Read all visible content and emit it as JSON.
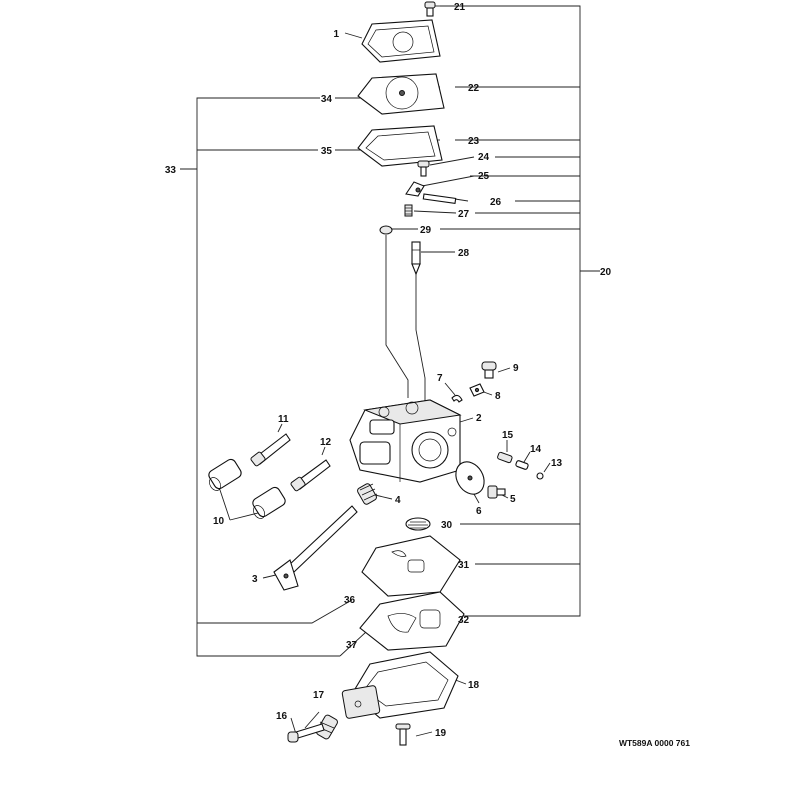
{
  "callouts": {
    "n1": "1",
    "n2": "2",
    "n3": "3",
    "n4": "4",
    "n5": "5",
    "n6": "6",
    "n7": "7",
    "n8": "8",
    "n9": "9",
    "n10": "10",
    "n11": "11",
    "n12": "12",
    "n13": "13",
    "n14": "14",
    "n15": "15",
    "n16": "16",
    "n17": "17",
    "n18": "18",
    "n19": "19",
    "n20": "20",
    "n21": "21",
    "n22": "22",
    "n23": "23",
    "n24": "24",
    "n25": "25",
    "n26": "26",
    "n27": "27",
    "n28": "28",
    "n29": "29",
    "n30": "30",
    "n31": "31",
    "n32": "32",
    "n33": "33",
    "n34": "34",
    "n35": "35",
    "n36": "36",
    "n37": "37"
  },
  "reference_code": "WT589A 0000 761"
}
